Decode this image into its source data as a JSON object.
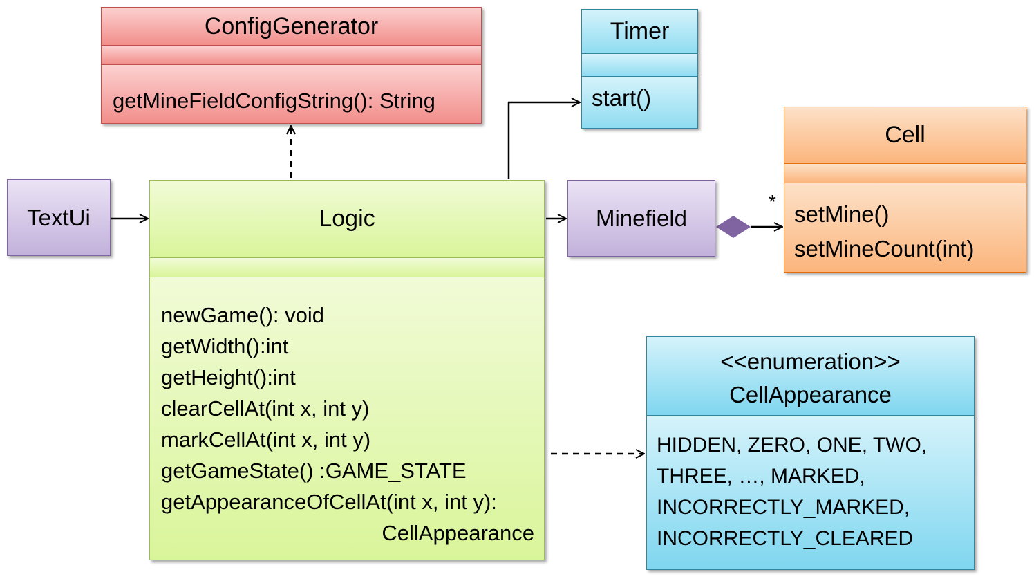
{
  "classes": {
    "config_generator": {
      "name": "ConfigGenerator",
      "operations": [
        "getMineFieldConfigString(): String"
      ]
    },
    "timer": {
      "name": "Timer",
      "operations": [
        "start()"
      ]
    },
    "cell": {
      "name": "Cell",
      "operations": [
        "setMine()",
        "setMineCount(int)"
      ]
    },
    "text_ui": {
      "name": "TextUi"
    },
    "logic": {
      "name": "Logic",
      "operations": [
        "newGame(): void",
        "getWidth():int",
        "getHeight():int",
        "clearCellAt(int x, int y)",
        "markCellAt(int x, int y)",
        "getGameState() :GAME_STATE",
        "getAppearanceOfCellAt(int x, int y):",
        "CellAppearance"
      ]
    },
    "minefield": {
      "name": "Minefield"
    },
    "cell_appearance": {
      "stereotype": "<<enumeration>>",
      "name": "CellAppearance",
      "literals": [
        "HIDDEN, ZERO, ONE, TWO,",
        "THREE, …, MARKED,",
        "INCORRECTLY_MARKED,",
        "INCORRECTLY_CLEARED"
      ]
    }
  },
  "relations": {
    "minefield_cell_multiplicity": "*"
  },
  "colors": {
    "config_border": "#c0504d",
    "timer_border": "#31859c",
    "cell_border": "#e46c0a",
    "purple_border": "#8064a2",
    "logic_border": "#9bbb59",
    "composition_diamond": "#8064a2"
  }
}
